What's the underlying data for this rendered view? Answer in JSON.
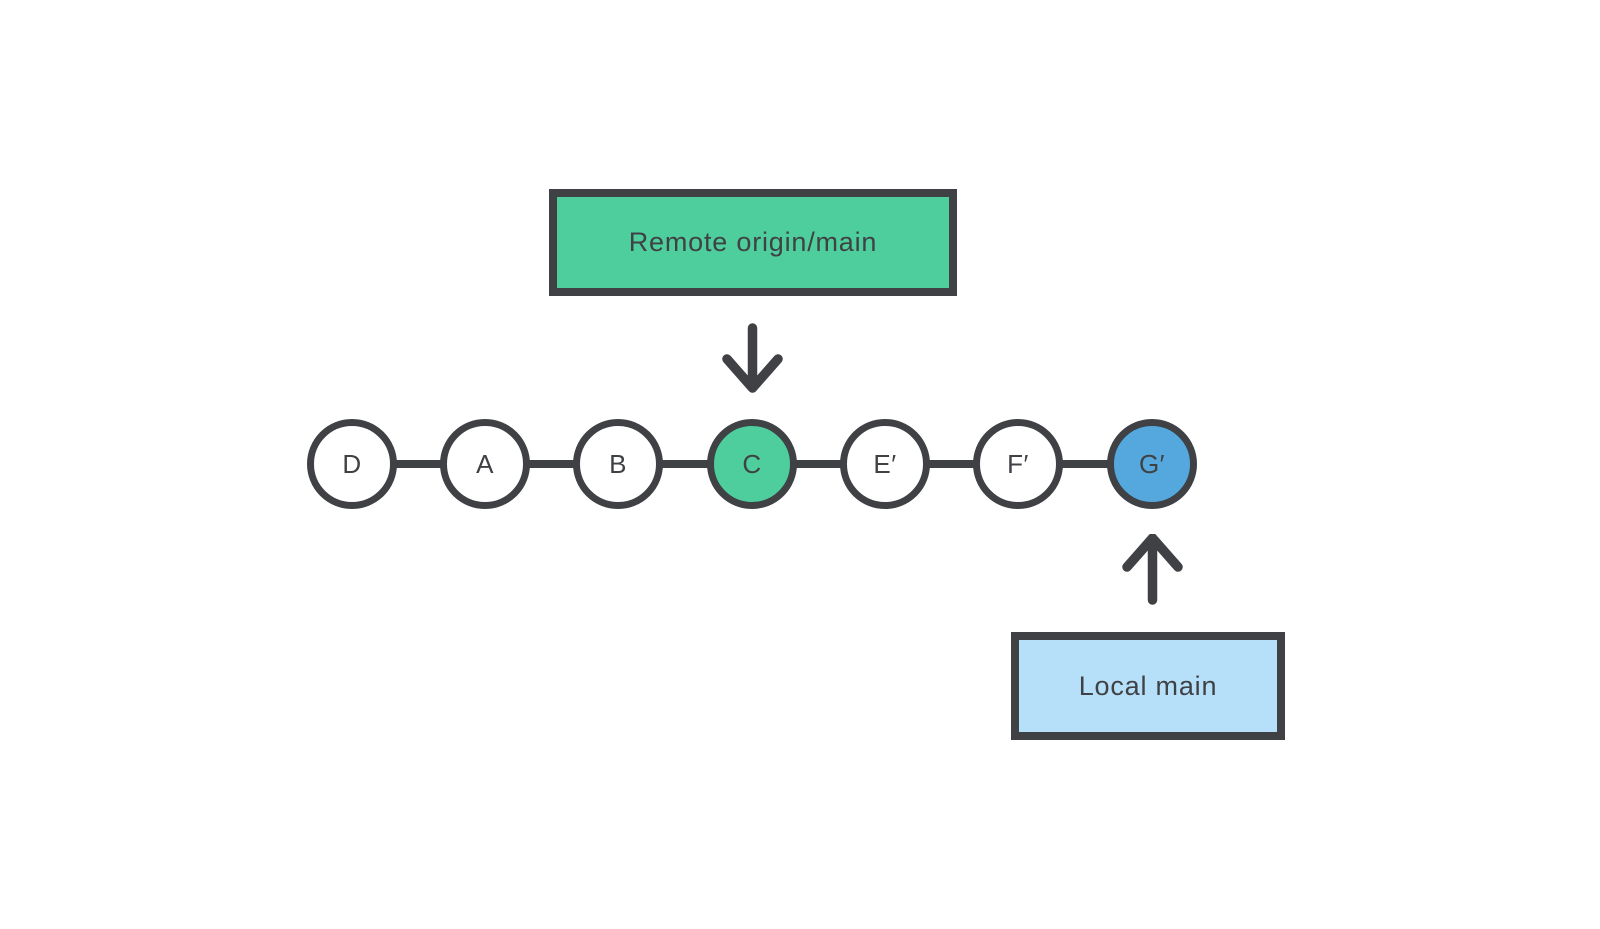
{
  "colors": {
    "background": "#FFFFFF",
    "dark": "#3F4144",
    "green": "#4FCE9D",
    "blue": "#55A8DD",
    "light_blue": "#B6E0FA",
    "white": "#FFFFFF"
  },
  "remote_branch": {
    "label": "Remote origin/main",
    "points_to_commit": "C",
    "pointer_icon": "arrow-down"
  },
  "local_branch": {
    "label": "Local main",
    "points_to_commit": "G′",
    "pointer_icon": "arrow-up"
  },
  "commits": [
    {
      "label": "D",
      "fill": "white"
    },
    {
      "label": "A",
      "fill": "white"
    },
    {
      "label": "B",
      "fill": "white"
    },
    {
      "label": "C",
      "fill": "green"
    },
    {
      "label": "E′",
      "fill": "white"
    },
    {
      "label": "F′",
      "fill": "white"
    },
    {
      "label": "G′",
      "fill": "blue"
    }
  ]
}
